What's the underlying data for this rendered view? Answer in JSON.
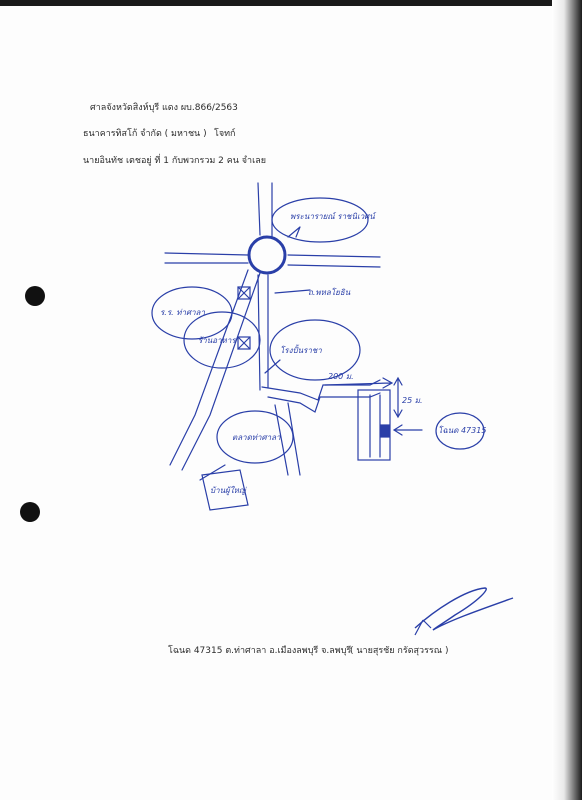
{
  "header": {
    "court": "ศาลจังหวัดสิงห์บุรี แดง ผบ.866/2563",
    "plaintiff": "ธนาคารทิสโก้ จำกัด ( มหาชน )",
    "plaintiff_role": "โจทก์",
    "defendant": "นายอินทัช เตชอยู่ ที่ 1 กับพวกรวม 2 คน จำเลย"
  },
  "map_labels": {
    "temple": "พระนารายณ์ ราชนิเวศน์",
    "road_main": "ถ.พหลโยธิน",
    "school": "ร.ร. ท่าศาลา",
    "shop": "ร้านอาหาร",
    "factory": "โรงปั้นราชา",
    "market": "ตลาดท่าศาลา",
    "house": "บ้านผู้ใหญ่",
    "dist_200": "200 ม.",
    "dist_25": "25 ม.",
    "target": "โฉนด 47315"
  },
  "footer": {
    "deed": "โฉนด 47315 ต.ท่าศาลา อ.เมืองลพบุรี จ.ลพบุรี",
    "signer": "( นายสุรชัย กรัดสุวรรณ )"
  },
  "colors": {
    "ink": "#2a3fa8",
    "print": "#2c2c2c"
  }
}
